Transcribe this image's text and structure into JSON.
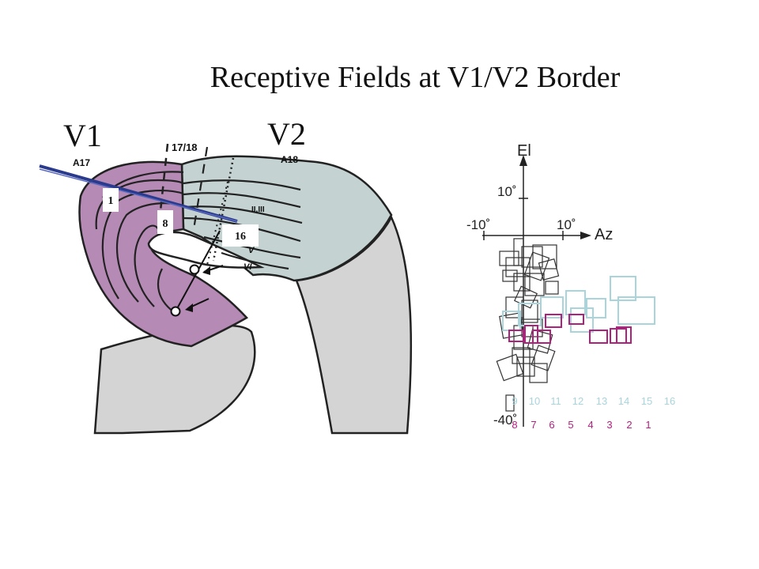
{
  "title": "Receptive Fields at V1/V2 Border",
  "areas": {
    "v1": "V1",
    "v2": "V2"
  },
  "brain_labels": {
    "a17": "A17",
    "a18": "A18",
    "border": "17/18",
    "layers_23": "II,III",
    "layer_5": "V",
    "layer_6": "VI"
  },
  "electrode_markers": {
    "m1": "1",
    "m8": "8",
    "m16": "16"
  },
  "rf_plot": {
    "axis_y_label": "El",
    "axis_x_label": "Az",
    "tick_y_top": "10˚",
    "tick_x_left": "-10˚",
    "tick_x_right": "10˚",
    "tick_y_bottom": "-40˚",
    "row_v2_numbers": [
      "9",
      "10",
      "11",
      "12",
      "13",
      "14",
      "15",
      "16"
    ],
    "row_v1_numbers": [
      "8",
      "7",
      "6",
      "5",
      "4",
      "3",
      "2",
      "1"
    ]
  },
  "colors": {
    "v1_fill": "#b58ab5",
    "v2_fill": "#c4d2d2",
    "white_matter": "#d4d4d4",
    "electrode": "#2a3a8c",
    "v2_rf": "#a8d4dc",
    "v1_rf": "#b0207e",
    "rf_gray": "#333333"
  }
}
